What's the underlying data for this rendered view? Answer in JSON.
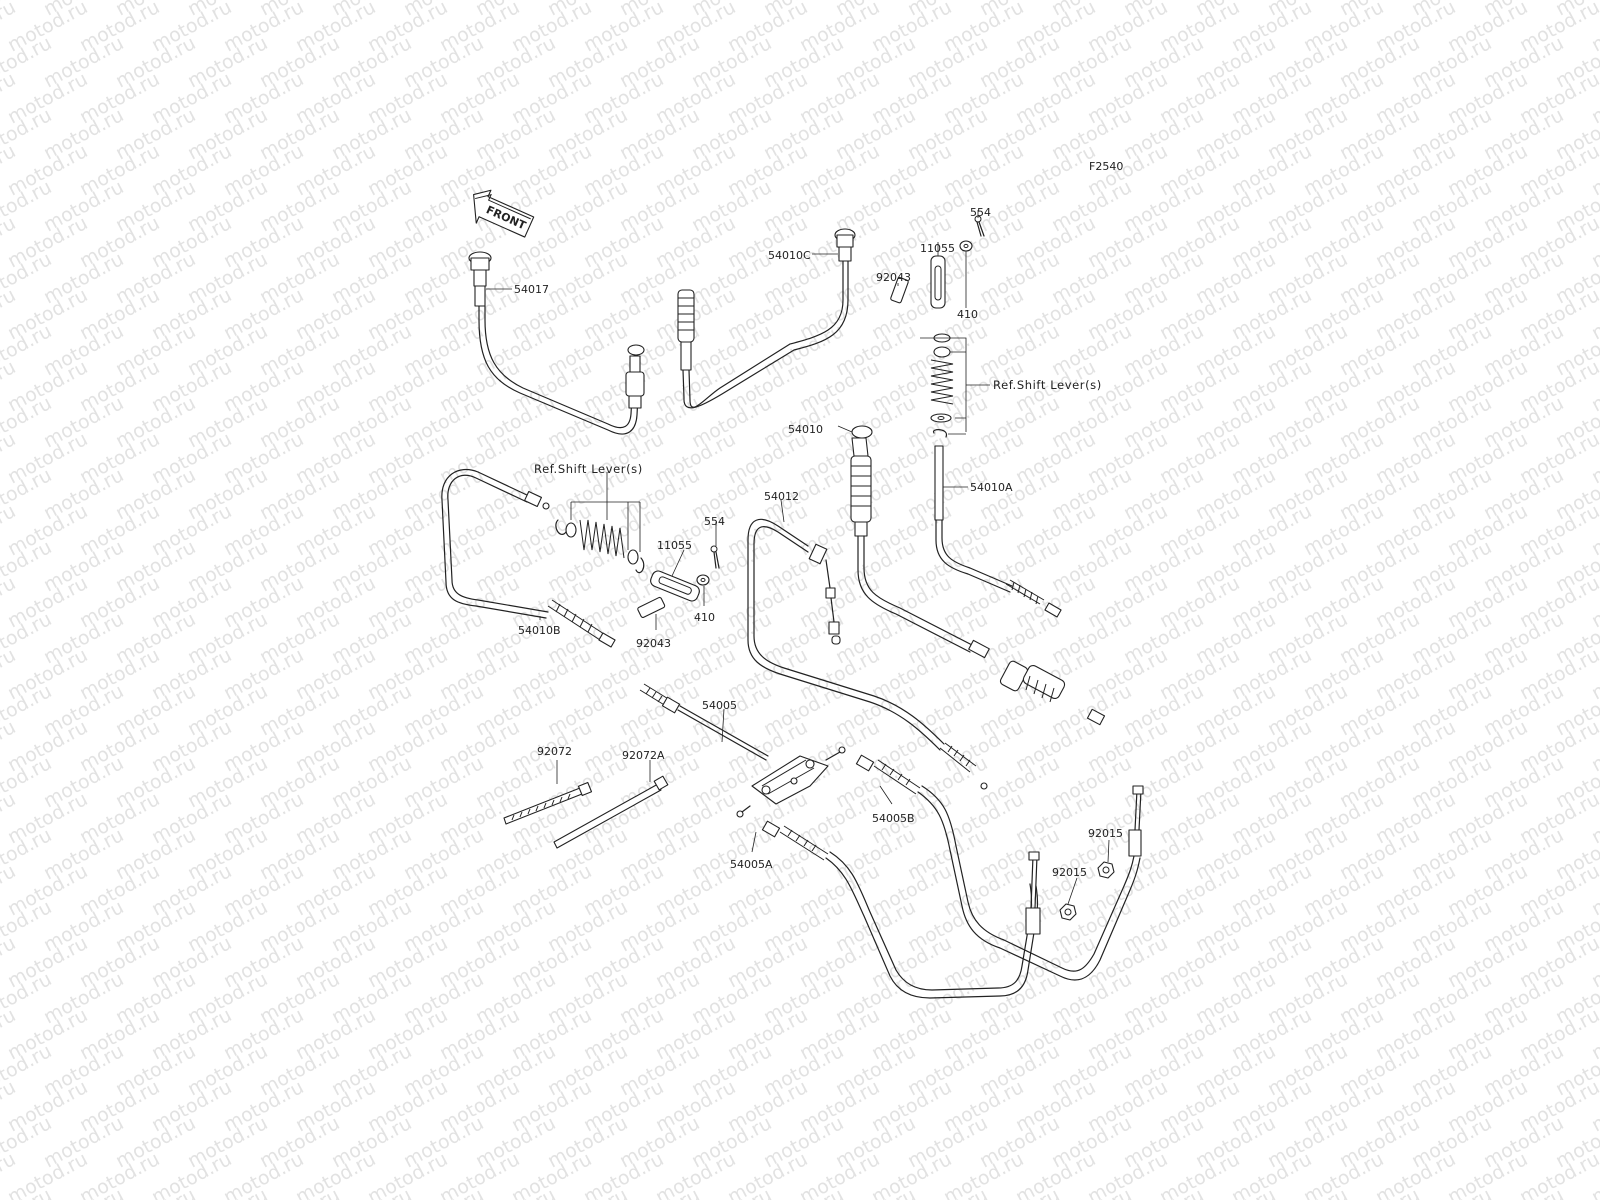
{
  "figure_code": "F2540",
  "front_arrow": {
    "label": "FRONT",
    "icon": "front-arrow-icon"
  },
  "watermark": "motod.ru",
  "ref_note": "Ref.Shift Lever(s)",
  "callouts": {
    "p54017": "54017",
    "p54010C": "54010C",
    "p11055_top": "11055",
    "p554_top": "554",
    "p92043_top": "92043",
    "p410_top": "410",
    "p54010": "54010",
    "p54010A": "54010A",
    "p54012": "54012",
    "p11055_mid": "11055",
    "p554_mid": "554",
    "p410_mid": "410",
    "p92043_mid": "92043",
    "p54010B": "54010B",
    "p54005": "54005",
    "p92072": "92072",
    "p92072A": "92072A",
    "p54005B": "54005B",
    "p54005A": "54005A",
    "p92015_a": "92015",
    "p92015_b": "92015"
  }
}
